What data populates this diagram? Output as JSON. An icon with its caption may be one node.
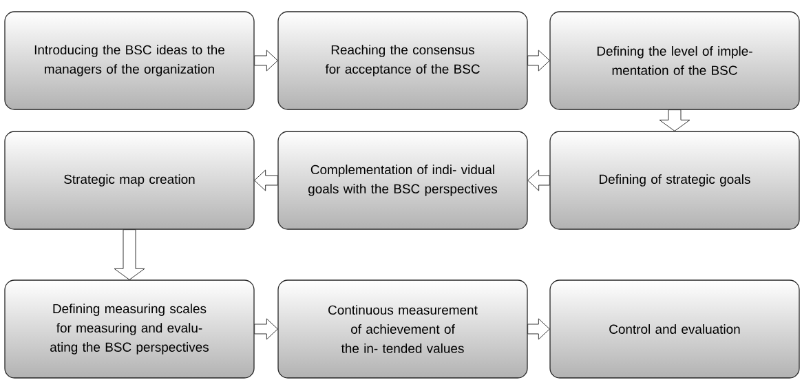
{
  "diagram": {
    "nodes": [
      {
        "text": [
          "Introducing the BSC ideas to the managers of the organization"
        ]
      },
      {
        "text": [
          "Reaching the consensus for acceptance of the BSC"
        ]
      },
      {
        "text": [
          "Defining the level of imple- mentation of the BSC"
        ]
      },
      {
        "text": [
          "Strategic map creation"
        ]
      },
      {
        "text": [
          "Complementation of indi- vidual goals with the BSC perspectives"
        ]
      },
      {
        "text": [
          "Defining of strategic goals"
        ]
      },
      {
        "text": [
          "Defining measuring scales for measuring and evalu- ating the BSC perspectives"
        ]
      },
      {
        "text": [
          "Continuous measurement of achievement of the in- tended values"
        ]
      },
      {
        "text": [
          "Control and evaluation"
        ]
      }
    ],
    "edges": [
      {
        "from": 0,
        "to": 1,
        "arrow": "to"
      },
      {
        "from": 1,
        "to": 2,
        "arrow": "to"
      },
      {
        "from": 2,
        "to": 5,
        "arrow": "to"
      },
      {
        "from": 5,
        "to": 4,
        "arrow": "to"
      },
      {
        "from": 4,
        "to": 3,
        "arrow": "to"
      },
      {
        "from": 3,
        "to": 6,
        "arrow": "to"
      },
      {
        "from": 6,
        "to": 7,
        "arrow": "to"
      },
      {
        "from": 7,
        "to": 8,
        "arrow": "to"
      }
    ]
  }
}
